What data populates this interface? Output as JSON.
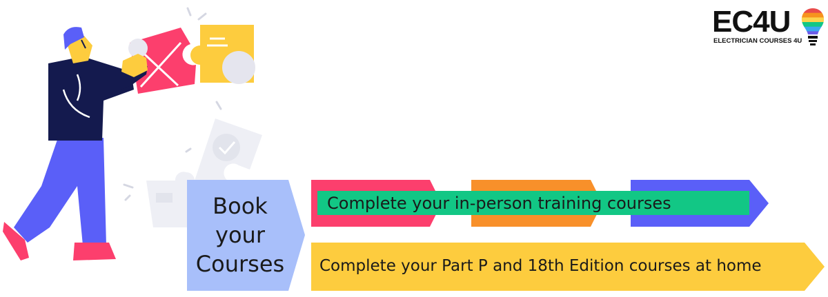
{
  "logo": {
    "main": "EC4U",
    "sub": "ELECTRICIAN COURSES 4U",
    "bulb_colors": [
      "#e94b4b",
      "#f7931e",
      "#fcd34d",
      "#12c785",
      "#3aa8f0",
      "#6c5ce7"
    ]
  },
  "steps": {
    "book": {
      "lines": [
        "Book",
        "your",
        "Courses"
      ],
      "color": "#a8bffa"
    },
    "in_person": {
      "label": "Complete your in-person training courses",
      "label_bg": "#12c785",
      "arrow_colors": [
        "#fc3f6d",
        "#f8902a",
        "#5a5ff8"
      ]
    },
    "home": {
      "label": "Complete your Part P and 18th Edition courses at home",
      "color": "#fdcc3e"
    }
  },
  "icons": {
    "illustration": "person-holding-puzzle-icon",
    "logo_bulb": "lightbulb-icon"
  }
}
